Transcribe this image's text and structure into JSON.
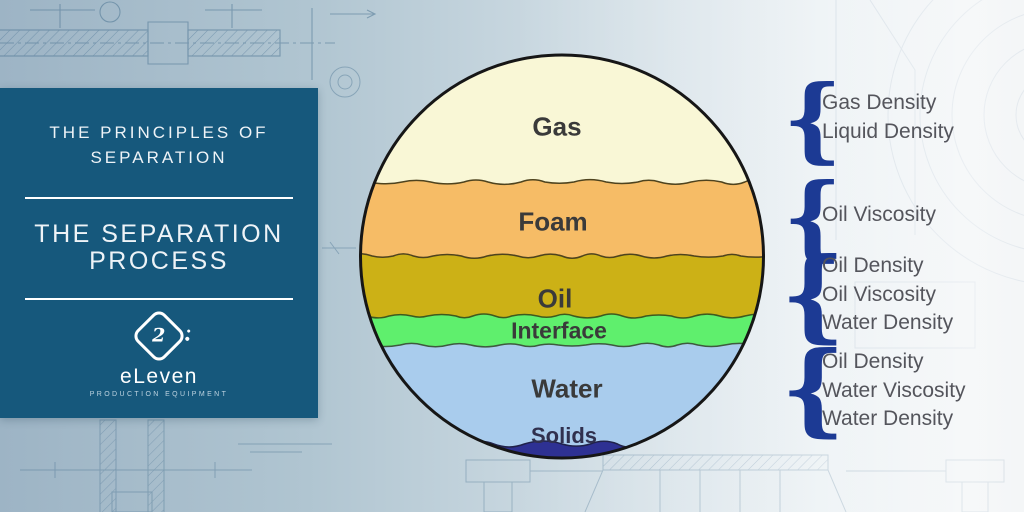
{
  "left_panel": {
    "eyebrow": "THE PRINCIPLES OF SEPARATION",
    "title": "THE SEPARATION PROCESS",
    "bg_color": "#16587c",
    "logo": {
      "monogram": "2",
      "brand": "eLeven",
      "tagline": "PRODUCTION EQUIPMENT"
    }
  },
  "vessel": {
    "layers": [
      {
        "name": "Gas",
        "color": "#f9f7d6"
      },
      {
        "name": "Foam",
        "color": "#f6bc66"
      },
      {
        "name": "Oil",
        "color": "#ccb116"
      },
      {
        "name": "Interface",
        "color": "#5fef6d"
      },
      {
        "name": "Water",
        "color": "#a9cced"
      },
      {
        "name": "Solids",
        "color": "#2e3193"
      }
    ],
    "outline_color": "#161616",
    "boundary_color": "#4e431e"
  },
  "annotations": {
    "brace_glyph": "{",
    "brace_color": "#1c3a94",
    "text_color": "#54555c",
    "groups": [
      {
        "lines": [
          "Gas Density",
          "Liquid Density"
        ]
      },
      {
        "lines": [
          "Oil Viscosity"
        ]
      },
      {
        "lines": [
          "Oil Density",
          "Oil Viscosity",
          "Water Density"
        ]
      },
      {
        "lines": [
          "Oil Density",
          "Water Viscosity",
          "Water Density"
        ]
      }
    ]
  }
}
